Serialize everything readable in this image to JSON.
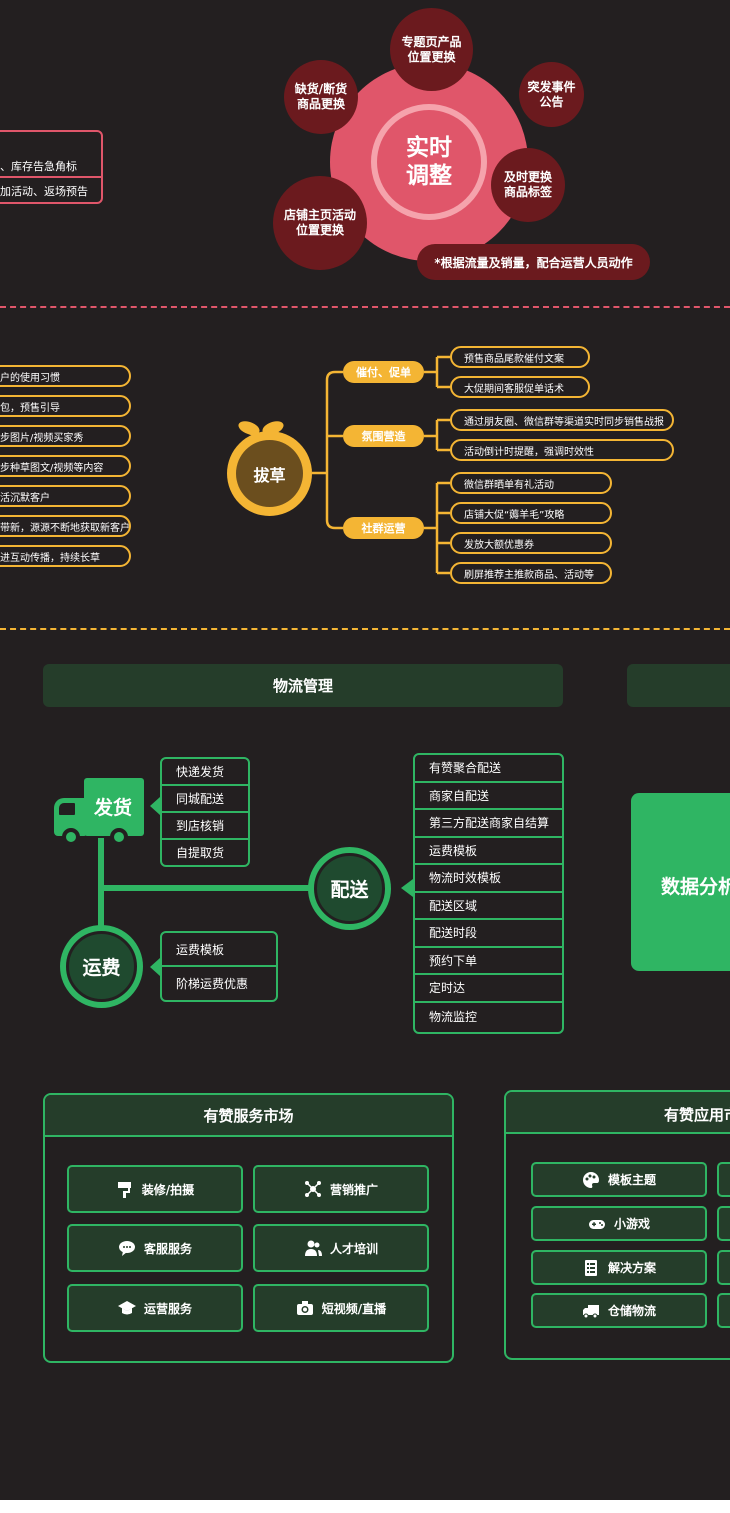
{
  "section_realtime": {
    "left_box_items": [
      "、库存告急角标",
      "加活动、返场预告"
    ],
    "center_label": "实时\n调整",
    "bubbles": [
      "专题页产品\n位置更换",
      "缺货/断货\n商品更换",
      "突发事件\n公告",
      "及时更换\n商品标签",
      "店铺主页活动\n位置更换"
    ],
    "note": "*根据流量及销量，配合运营人员动作"
  },
  "section_grass": {
    "left_items": [
      "户的使用习惯",
      "包，预售引导",
      "步图片/视频买家秀",
      "步种草图文/视频等内容",
      "活沉默客户",
      "带新，源源不断地获取新客户",
      "进互动传播，持续长草"
    ],
    "center": "拔草",
    "categories": [
      {
        "label": "催付、促单",
        "items": [
          "预售商品尾款催付文案",
          "大促期间客服促单话术"
        ]
      },
      {
        "label": "氛围营造",
        "items": [
          "通过朋友圈、微信群等渠道实时同步销售战报",
          "活动倒计时提醒，强调时效性"
        ]
      },
      {
        "label": "社群运营",
        "items": [
          "微信群晒单有礼活动",
          "店铺大促“薅羊毛”攻略",
          "发放大额优惠券",
          "刷屏推荐主推款商品、活动等"
        ]
      }
    ]
  },
  "section_logistics": {
    "header": "物流管理",
    "ship_label": "发货",
    "ship_items": [
      "快递发货",
      "同城配送",
      "到店核销",
      "自提取货"
    ],
    "delivery_label": "配送",
    "delivery_items": [
      "有赞聚合配送",
      "商家自配送",
      "第三方配送商家自结算",
      "运费模板",
      "物流时效模板",
      "配送区域",
      "配送时段",
      "预约下单",
      "定时达",
      "物流监控"
    ],
    "fee_label": "运费",
    "fee_items": [
      "运费模板",
      "阶梯运费优惠"
    ],
    "data_label": "数据分析"
  },
  "section_market": {
    "service_title": "有赞服务市场",
    "services": [
      {
        "label": "装修/拍摄",
        "icon": "paint-roller-icon"
      },
      {
        "label": "营销推广",
        "icon": "network-icon"
      },
      {
        "label": "客服服务",
        "icon": "chat-icon"
      },
      {
        "label": "人才培训",
        "icon": "people-icon"
      },
      {
        "label": "运营服务",
        "icon": "graduation-cap-icon"
      },
      {
        "label": "短视频/直播",
        "icon": "camera-icon"
      }
    ],
    "app_title": "有赞应用市场",
    "apps": [
      {
        "label": "模板主题",
        "icon": "palette-icon"
      },
      {
        "label": "小游戏",
        "icon": "gamepad-icon"
      },
      {
        "label": "解决方案",
        "icon": "list-icon"
      },
      {
        "label": "仓储物流",
        "icon": "truck-icon"
      }
    ]
  },
  "colors": {
    "bg": "#231f20",
    "red": "#e0566a",
    "dark_red": "#6b1a1e",
    "orange": "#f4b534",
    "green": "#2fb563",
    "dark_green": "#253d2a"
  }
}
